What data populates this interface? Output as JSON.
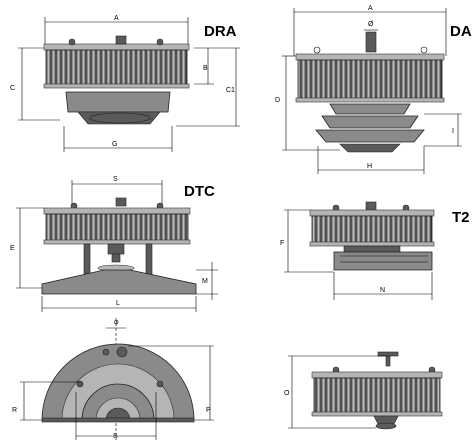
{
  "models": {
    "dra": "DRA",
    "da": "DA",
    "dtc": "DTC",
    "t2": "T2"
  },
  "dims": {
    "dra": {
      "a": "A",
      "b": "B",
      "c": "C",
      "c1": "C1",
      "g": "G"
    },
    "da": {
      "a": "A",
      "oslash": "Ø",
      "d": "D",
      "i": "I",
      "h": "H"
    },
    "dtc": {
      "s": "S",
      "e": "E",
      "m": "M",
      "l": "L"
    },
    "t2": {
      "f": "F",
      "n": "N"
    },
    "top_view": {
      "phi": "φ",
      "r": "R",
      "s": "S",
      "p": "P"
    },
    "side_view": {
      "o": "O"
    }
  }
}
